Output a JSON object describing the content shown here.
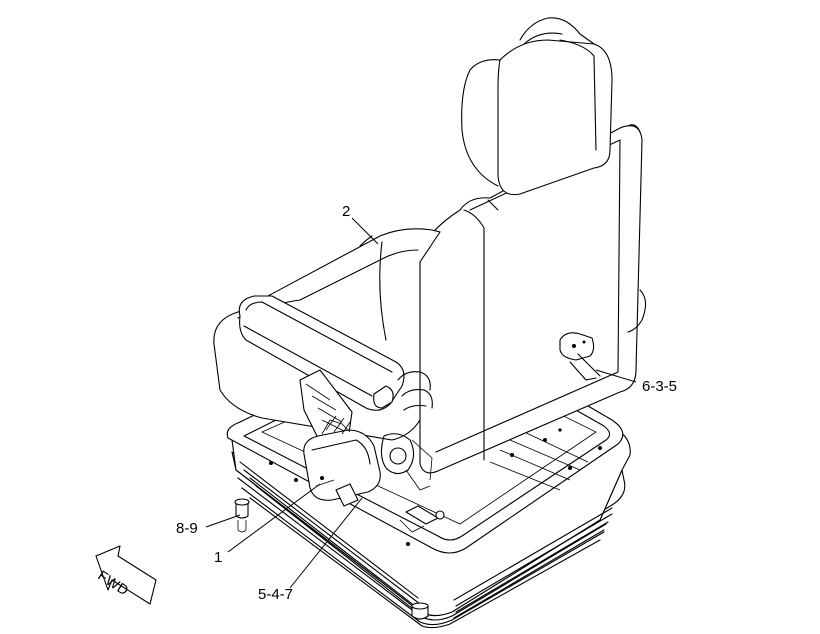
{
  "callouts": {
    "item_2": "2",
    "item_6_3_5": "6-3-5",
    "item_8_9": "8-9",
    "item_1": "1",
    "item_5_4_7": "5-4-7"
  },
  "direction_indicator": {
    "label": "FWD"
  }
}
